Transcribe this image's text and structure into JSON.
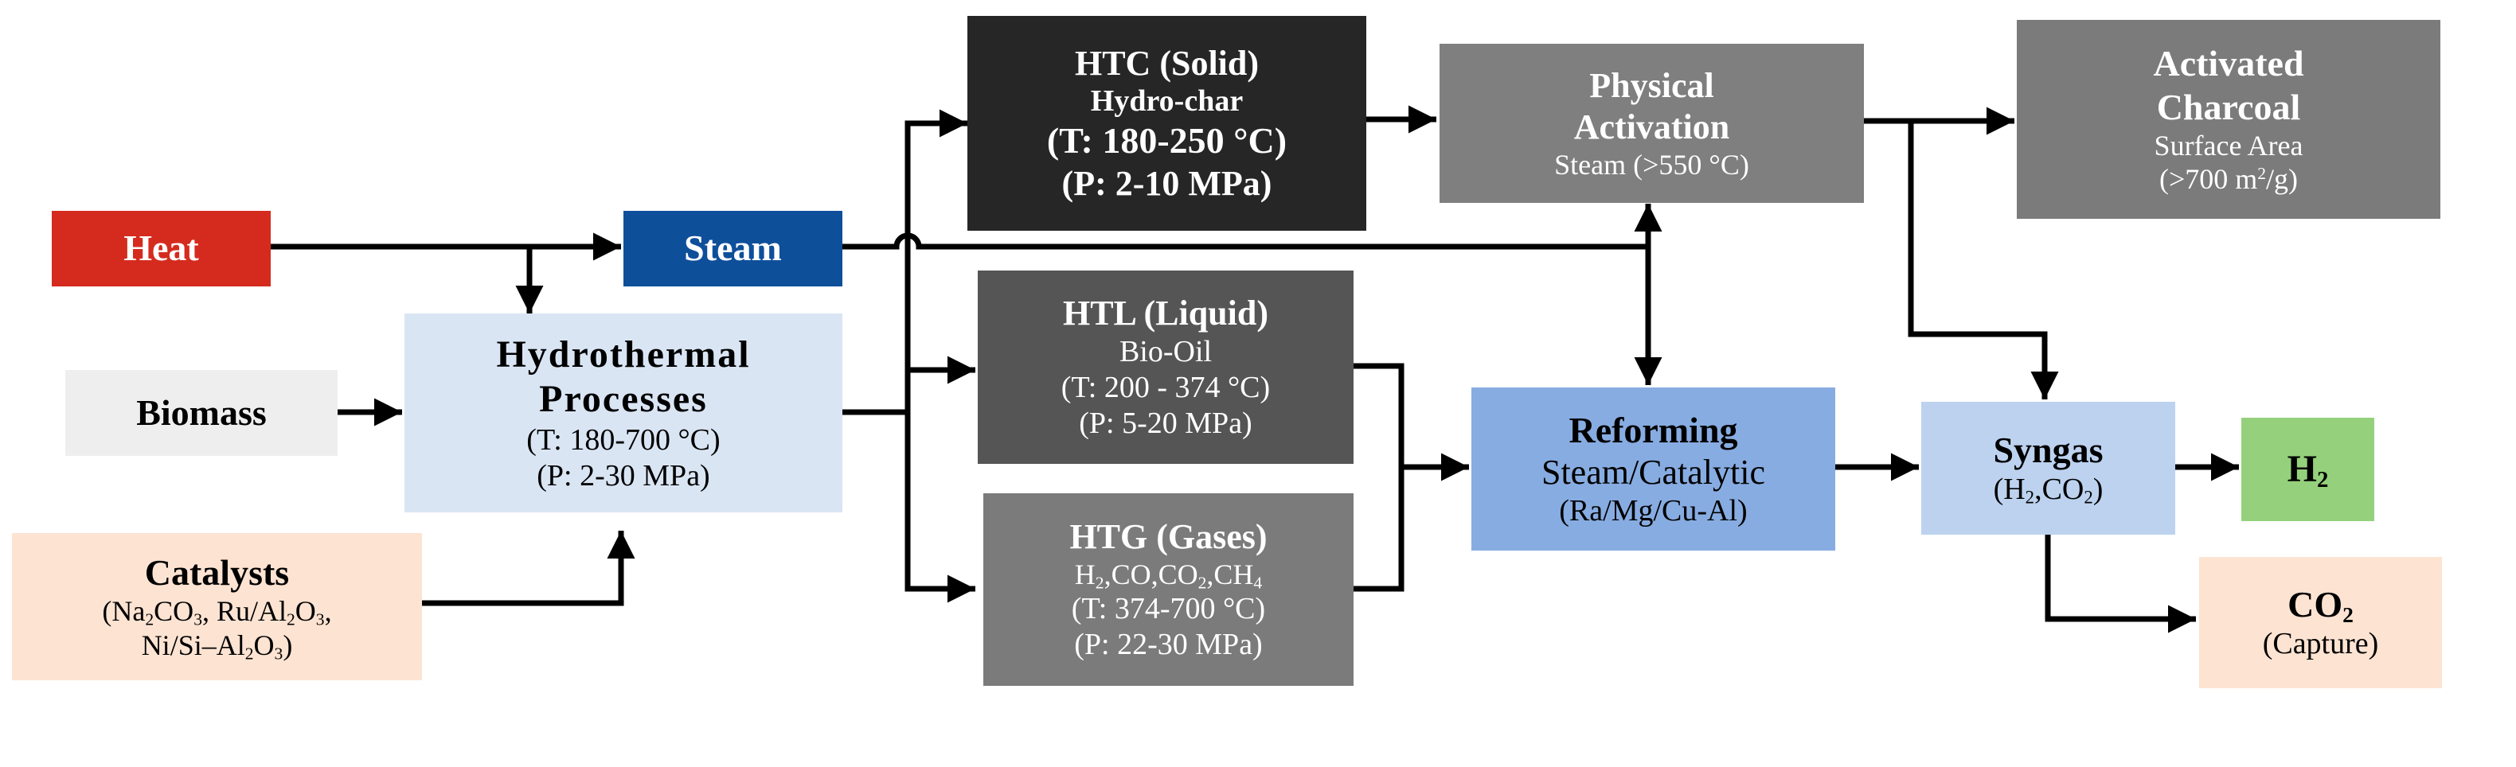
{
  "colors": {
    "heat": "#d52b1e",
    "steam": "#0e4f9a",
    "biomass": "#eeeeee",
    "hydrothermal": "#dae5f4",
    "catalysts": "#fde3d2",
    "htc": "#262626",
    "htl": "#555555",
    "htg": "#7b7b7b",
    "physical": "#7f7f7f",
    "activated": "#7b7b7b",
    "reforming": "#87ace1",
    "syngas": "#bcd2ef",
    "h2": "#95d17c",
    "co2": "#fde3d2"
  },
  "nodes": {
    "heat": {
      "label": "Heat"
    },
    "steam": {
      "label": "Steam"
    },
    "biomass": {
      "label": "Biomass"
    },
    "hydrothermal": {
      "line1": "Hydrothermal",
      "line2": "Processes",
      "temp": "(T: 180-700 °C)",
      "pressure": "(P: 2-30 MPa)"
    },
    "catalysts": {
      "title": "Catalysts",
      "line1_a": "(Na",
      "line1_b": "CO",
      "line1_c": ", Ru/Al",
      "line1_d": "O",
      "line1_e": ",",
      "line2_a": "Ni/Si–Al",
      "line2_b": "O",
      "line2_c": ")",
      "sub_2": "2",
      "sub_3": "3"
    },
    "htc": {
      "title": "HTC (Solid)",
      "product": "Hydro-char",
      "temp": "(T: 180-250 °C)",
      "pressure": "(P: 2-10 MPa)"
    },
    "htl": {
      "title": "HTL (Liquid)",
      "product": "Bio-Oil",
      "temp": "(T: 200 - 374 °C)",
      "pressure": "(P: 5-20 MPa)"
    },
    "htg": {
      "title": "HTG (Gases)",
      "p_a": "H",
      "p_b": ",CO,CO",
      "p_c": ",CH",
      "sub_2": "2",
      "sub_4": "4",
      "temp": "(T: 374-700 °C)",
      "pressure": "(P: 22-30 MPa)"
    },
    "physical": {
      "line1": "Physical",
      "line2": "Activation",
      "detail": "Steam (>550 °C)"
    },
    "activated": {
      "line1": "Activated",
      "line2": "Charcoal",
      "detail": "Surface Area",
      "area_a": "(>700 m",
      "area_sup": "2",
      "area_b": "/g)"
    },
    "reforming": {
      "title": "Reforming",
      "line2": "Steam/Catalytic",
      "line3": "(Ra/Mg/Cu-Al)"
    },
    "syngas": {
      "title": "Syngas",
      "f_a": "(H",
      "f_b": ",CO",
      "f_c": ")",
      "sub_2": "2"
    },
    "h2": {
      "base": "H",
      "sub": "2"
    },
    "co2": {
      "base": "CO",
      "sub": "2",
      "note": "(Capture)"
    }
  }
}
